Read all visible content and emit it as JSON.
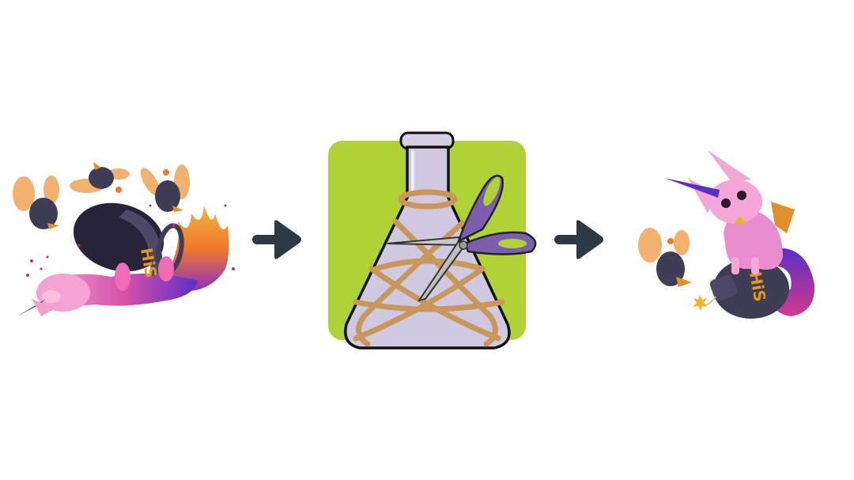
{
  "diagram": {
    "stages": [
      {
        "id": "before",
        "label": "Fox creature crashing into bomb with flames, surrounded by winged bird-bombs",
        "bomb_text": "HiS"
      },
      {
        "id": "process",
        "label": "Flask wrapped in rope being cut with purple scissors on green tile"
      },
      {
        "id": "after",
        "label": "Fox creature calmly sitting on bomb next to a winged bird-bomb",
        "bomb_text": "HiS"
      }
    ],
    "arrows": [
      {
        "from": "before",
        "to": "process"
      },
      {
        "from": "process",
        "to": "after"
      }
    ]
  },
  "colors": {
    "arrow": "#2d3a44",
    "tile_green": "#b0d236",
    "flask": "#cfc9df",
    "rope": "#c9975a",
    "scissors": "#7b5fae",
    "bomb": "#3f3c56",
    "bomb_text": "#e6951f",
    "fur_pink": "#f19fd0",
    "fur_purple": "#7a3fc7",
    "wing_orange": "#f2a860",
    "flame": "#f07a2a"
  }
}
